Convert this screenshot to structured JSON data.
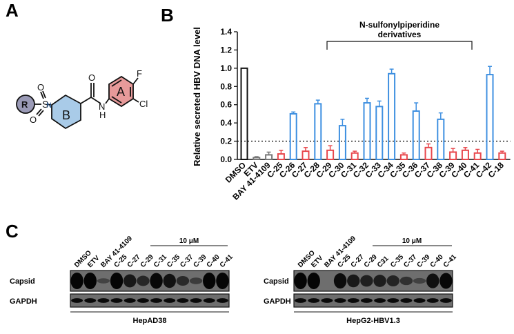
{
  "panels": {
    "A": "A",
    "B": "B",
    "C": "C"
  },
  "structure": {
    "R": "R",
    "S": "S",
    "N_sulfonyl": "N",
    "O1": "O",
    "O2": "O",
    "O_amide": "O",
    "NH": "N",
    "H": "H",
    "ring_B": "B",
    "ring_A": "A",
    "F": "F",
    "Cl": "Cl",
    "colors": {
      "R": "#9a9ab6",
      "ring_B": "#a9cbe8",
      "ring_A": "#e79a9a"
    }
  },
  "chart_data": {
    "type": "bar",
    "ylabel": "Relative secreted HBV DNA level",
    "ylim": [
      0,
      1.4
    ],
    "yticks": [
      "0.0",
      "0.2",
      "0.4",
      "0.6",
      "0.8",
      "1.0",
      "1.2",
      "1.4"
    ],
    "threshold": 0.2,
    "bracket_label_line1": "N-sulfonylpiperidine",
    "bracket_label_line2": "derivatives",
    "categories": [
      "DMSO",
      "ETV",
      "BAY 41-4109",
      "C-25",
      "C-26",
      "C-27",
      "C-28",
      "C-29",
      "C-30",
      "C-31",
      "C-32",
      "C-33",
      "C-34",
      "C-35",
      "C-36",
      "C-37",
      "C-38",
      "C-39",
      "C-40",
      "C-41",
      "C-42",
      "C-18"
    ],
    "values": [
      1.0,
      0.02,
      0.05,
      0.06,
      0.5,
      0.09,
      0.61,
      0.1,
      0.37,
      0.07,
      0.62,
      0.58,
      0.94,
      0.05,
      0.53,
      0.13,
      0.44,
      0.08,
      0.1,
      0.07,
      0.93,
      0.07
    ],
    "errors": [
      0.0,
      0.01,
      0.03,
      0.04,
      0.02,
      0.04,
      0.04,
      0.05,
      0.07,
      0.02,
      0.05,
      0.06,
      0.05,
      0.02,
      0.09,
      0.04,
      0.07,
      0.04,
      0.03,
      0.04,
      0.09,
      0.02
    ],
    "bar_colors": [
      "#111111",
      "#777777",
      "#777777",
      "#e8474c",
      "#3d8fe0",
      "#e8474c",
      "#3d8fe0",
      "#e8474c",
      "#3d8fe0",
      "#e8474c",
      "#3d8fe0",
      "#3d8fe0",
      "#3d8fe0",
      "#e8474c",
      "#3d8fe0",
      "#e8474c",
      "#3d8fe0",
      "#e8474c",
      "#e8474c",
      "#e8474c",
      "#3d8fe0",
      "#e8474c"
    ]
  },
  "blots": [
    {
      "cell_line": "HepAD38",
      "concentration": "10 μM",
      "lanes": [
        "DMSO",
        "ETV",
        "BAY 41-4109",
        "C-25",
        "C-27",
        "C-29",
        "C-31",
        "C-35",
        "C-37",
        "C-39",
        "C-40",
        "C-41"
      ],
      "rows": [
        "Capsid",
        "GAPDH"
      ]
    },
    {
      "cell_line": "HepG2-HBV1.3",
      "concentration": "10 μM",
      "lanes": [
        "DMSO",
        "ETV",
        "BAY 41-4109",
        "C-25",
        "C-27",
        "C-29",
        "C31",
        "C-35",
        "C-37",
        "C-39",
        "C-40",
        "C-41"
      ],
      "rows": [
        "Capsid",
        "GAPDH"
      ]
    }
  ]
}
